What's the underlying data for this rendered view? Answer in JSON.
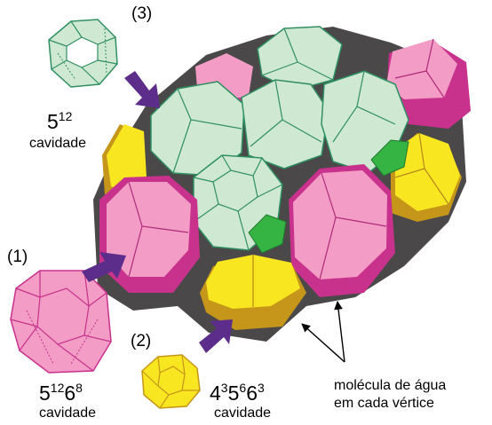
{
  "cavities": [
    {
      "tag": "(3)",
      "base": "5",
      "exp": "12",
      "label": "cavidade"
    },
    {
      "tag": "(1)",
      "b1": "5",
      "e1": "12",
      "b2": "6",
      "e2": "8",
      "label": "cavidade"
    },
    {
      "tag": "(2)",
      "b1": "4",
      "e1": "3",
      "b2": "5",
      "e2": "6",
      "b3": "6",
      "e3": "3",
      "label": "cavidade"
    }
  ],
  "annotation": {
    "line1": "molécula de água",
    "line2": "em cada vértice"
  },
  "colors": {
    "green": "#cfe8d2",
    "green_edge": "#2f8f63",
    "pink": "#f29cc6",
    "pink_dark": "#c8328d",
    "yellow": "#f8e621",
    "yellow_dark": "#c6961a",
    "bright_green": "#35b443",
    "arrow": "#5d2d8c",
    "shadow": "#4a4848"
  }
}
